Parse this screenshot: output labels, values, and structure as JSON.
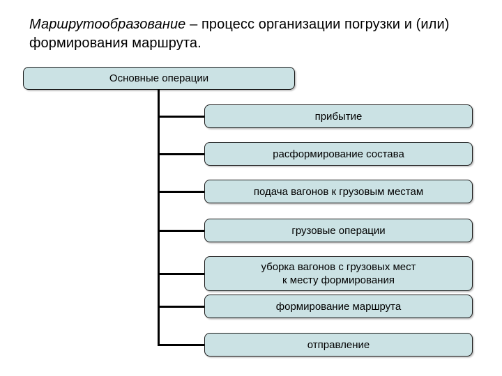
{
  "title": {
    "term": "Маршрутообразование",
    "rest": " – процесс организации погрузки и (или) формирования маршрута."
  },
  "diagram": {
    "root": "Основные операции",
    "children": [
      {
        "label": "прибытие"
      },
      {
        "label": "расформирование состава"
      },
      {
        "label": "подача вагонов к грузовым местам"
      },
      {
        "label": "грузовые операции"
      },
      {
        "label": "уборка вагонов с грузовых мест\nк месту формирования"
      },
      {
        "label": "формирование маршрута"
      },
      {
        "label": "отправление"
      }
    ]
  },
  "colors": {
    "box_fill": "#cbe2e4",
    "box_border": "#1a1a1a",
    "line": "#000000",
    "text": "#000000",
    "background": "#ffffff"
  }
}
